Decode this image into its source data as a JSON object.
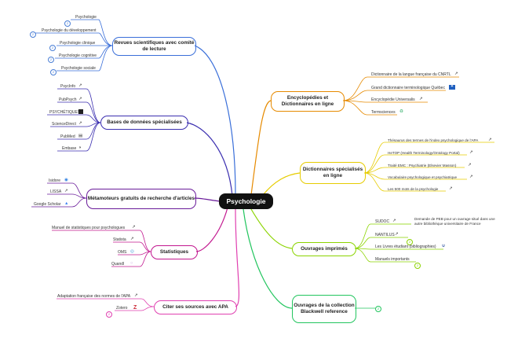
{
  "center": "Psychologie",
  "topics": {
    "revues": "Revues scientifiques avec comité de lecture",
    "bases": "Bases de données spécialisées",
    "metamoteurs": "Métamoteurs gratuits de recherche d'articles",
    "statistiques": "Statistiques",
    "citer": "Citer ses sources avec APA",
    "encyclopedies": "Encyclopédies et Dictionnaires en ligne",
    "dictionnaires": "Dictionnaires spécialisés en ligne",
    "ouvrages_imprimes": "Ouvrages imprimés",
    "blackwell": "Ouvrages de la collection Blackwell reference"
  },
  "revues": [
    "Psychologie",
    "Psychologie du développement",
    "Psychologie clinique",
    "Psychologie cognitive",
    "Psychologie sociale"
  ],
  "bases": [
    "PsycInfo",
    "PubPsych",
    "PSYCHÉTIQUES",
    "ScienceDirect",
    "PubMed",
    "Embase"
  ],
  "metamoteurs": [
    "Isidore",
    "LISSA",
    "Google Scholar"
  ],
  "statistiques": [
    "Manuel de statistiques pour psychologues",
    "Statista",
    "OMS",
    "Quandl"
  ],
  "citer": [
    "Adaptation française des normes de l'APA",
    "Zotero"
  ],
  "encyclopedies": [
    "Dictionnaire de la langue française du CNRTL",
    "Grand dictionnaire terminologique Québec",
    "Encyclopédie Universalis",
    "Termsciences"
  ],
  "dictionnaires": [
    "Thésaurus des termes de l'index psychologique de l'APA",
    "HeTOP (Health Terminology/Ontology Portal)",
    "Traité EMC : Psychiatrie (Elsevier Masson)",
    "Vocabulaire psychologique et psychiatrique",
    "Les 500 mots de la psychologie"
  ],
  "ouvrages": {
    "sudoc": "SUDOC",
    "peb_note": "Demande de PEB pour un ouvrage situé dans une autre bibliothèque universitaire de France",
    "nantilus": "NANTILUS",
    "livres": "Les Livres étudiant (bibliographies)",
    "manuels": "Manuels importants"
  },
  "colors": {
    "revues": "#3a6fd9",
    "bases": "#3b2fb0",
    "metamoteurs": "#6a1b9a",
    "statistiques": "#c2188f",
    "citer": "#e040b0",
    "encyclopedies": "#e68a00",
    "dictionnaires": "#e6cc00",
    "ouvrages": "#8bd400",
    "blackwell": "#22c55e"
  }
}
